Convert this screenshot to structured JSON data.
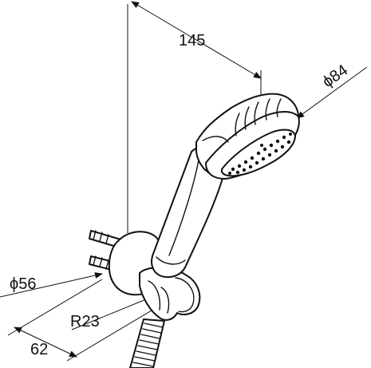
{
  "dimensions": {
    "length": "145",
    "head_diameter": "ϕ84",
    "holder_diameter": "ϕ56",
    "radius": "R23",
    "depth": "62"
  }
}
